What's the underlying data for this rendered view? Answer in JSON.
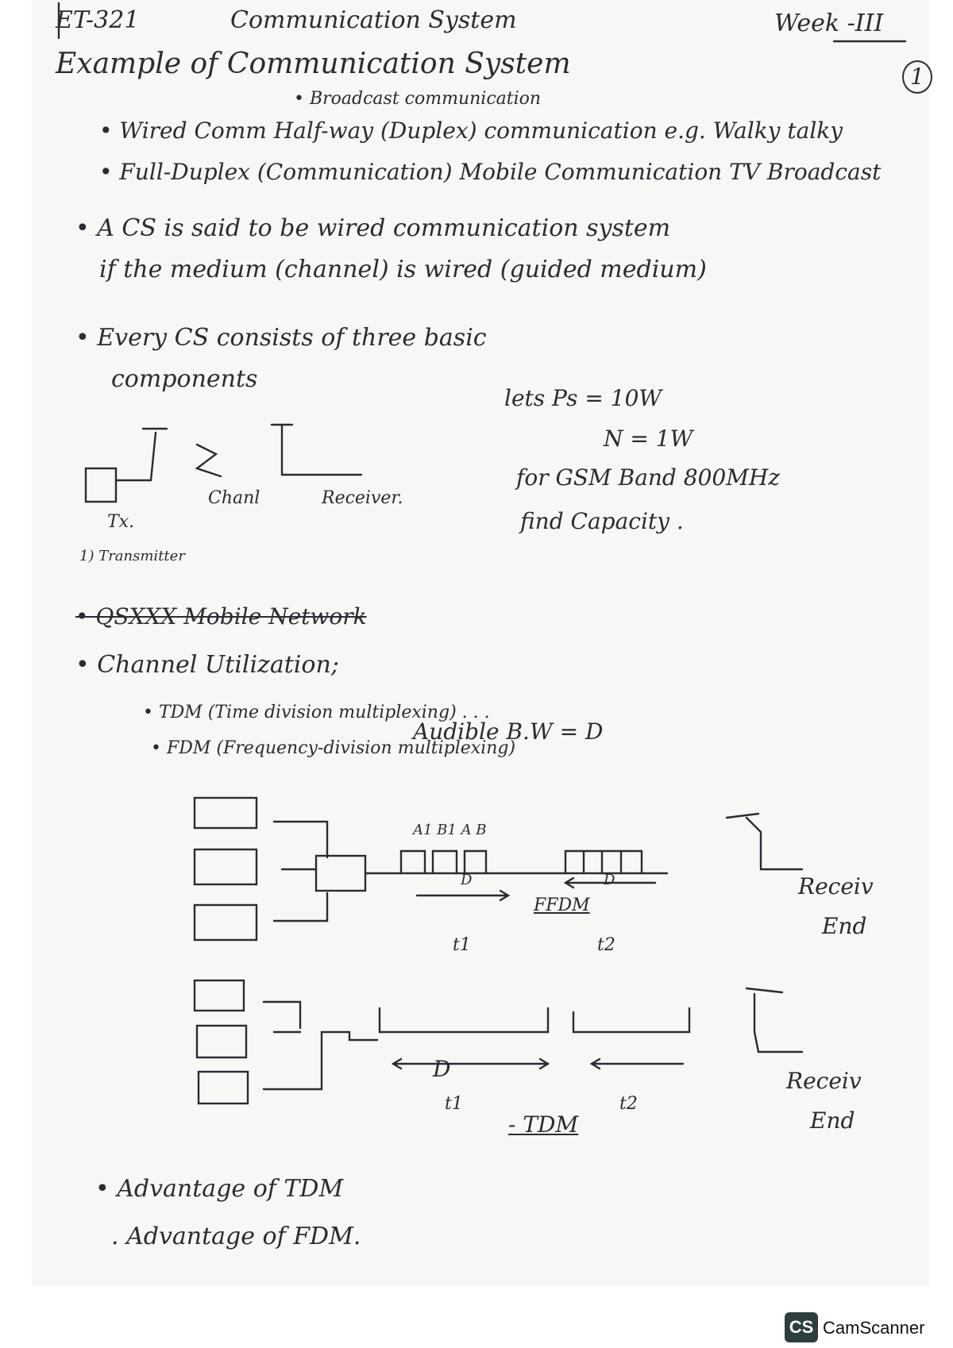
{
  "header": {
    "course_code": "ET-321",
    "course_title": "Communication System",
    "week": "Week -III",
    "page_number": "1"
  },
  "title": "Example of Communication System",
  "lines": {
    "broadcast": "• Broadcast communication",
    "half_duplex": "• Wired Comm Half-way (Duplex) communication e.g. Walky talky",
    "full_duplex": "• Full-Duplex (Communication) Mobile Communication TV Broadcast",
    "wired_cs_1": "• A CS is said to be wired communication system",
    "wired_cs_2": "if the medium (channel) is wired (guided medium)",
    "components_1": "• Every CS consists of three basic",
    "components_2": "components",
    "tx_label": "Tx.",
    "channel_label": "Chanl",
    "receiver_label": "Receiver.",
    "transmitter_item": "1) Transmitter",
    "lets": "lets Ps = 10W",
    "noise": "N = 1W",
    "gsm": "for GSM Band 800MHz",
    "capacity": "find Capacity .",
    "mobile_network": "• QSXXX Mobile Network",
    "channel_utilization": "• Channel Utilization;",
    "tdm_def": "• TDM (Time division multiplexing) . . .",
    "fdm_def": "• FDM (Frequency-division multiplexing)",
    "audible_bw": "Audible B.W = D",
    "slot_labels": "A1 B1 A B",
    "d_arrow_1": "D",
    "d_arrow_2": "D",
    "ffdm_label": "FFDM",
    "t1_a": "t1",
    "t2_a": "t2",
    "receive_end_1a": "Receiv",
    "receive_end_1b": "End",
    "d_arrow_3": "D",
    "t1_b": "t1",
    "t2_b": "t2",
    "tdm_label": "- TDM",
    "receive_end_2a": "Receiv",
    "receive_end_2b": "End",
    "adv_tdm": "• Advantage of TDM",
    "adv_fdm": ". Advantage of FDM."
  },
  "watermark": {
    "badge": "CS",
    "text": "CamScanner"
  }
}
